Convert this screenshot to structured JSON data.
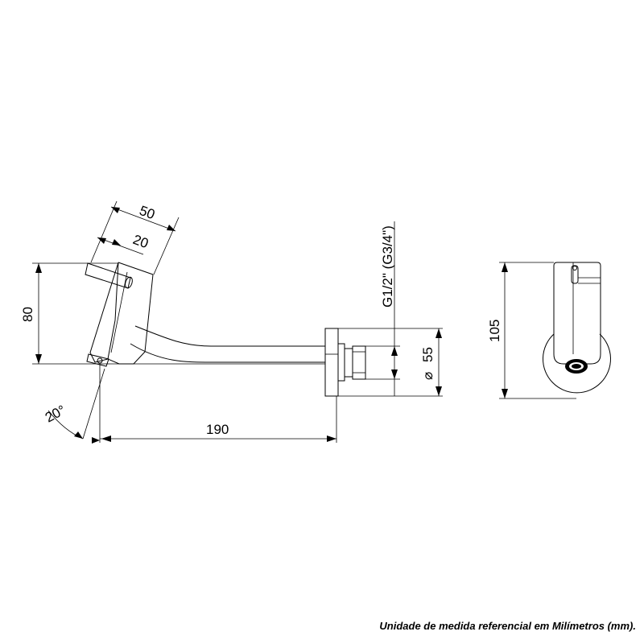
{
  "dimensions": {
    "d50": "50",
    "d20": "20",
    "d80": "80",
    "angle": "20°",
    "d190": "190",
    "d55": "55",
    "diameter_symbol": "⌀",
    "thread": "G1/2\" (G3/4\")",
    "d105": "105"
  },
  "footnote": "Unidade de medida referencial em Milímetros (mm)."
}
